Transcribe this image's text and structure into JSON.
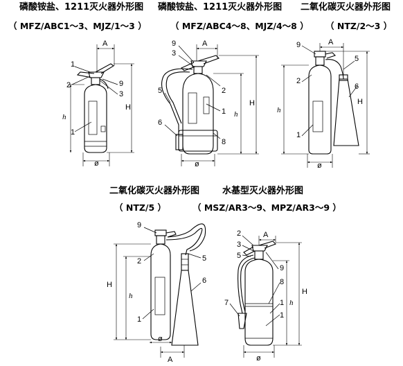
{
  "captions": {
    "fig1_title": "磷酸铵盐、1211灭火器外形图",
    "fig1_models": "（ MFZ/ABC1～3、MJZ/1～3 ）",
    "fig2_title": "磷酸铵盐、1211灭火器外形图",
    "fig2_models": "（ MFZ/ABC4～8、MJZ/4～8 ）",
    "fig3_title": "二氧化碳灭火器外形图",
    "fig3_models": "（ NTZ/2～3 ）",
    "fig4_title": "二氧化碳灭火器外形图",
    "fig4_models": "（ NTZ/5 ）",
    "fig5_title": "水基型灭火器外形图",
    "fig5_models": "（ MSZ/AR3～9、MPZ/AR3～9 ）"
  },
  "dims": {
    "A": "A",
    "H": "H",
    "h": "h",
    "d": "ø"
  },
  "parts": {
    "n1": "1",
    "n2": "2",
    "n3": "3",
    "n5": "5",
    "n6": "6",
    "n7": "7",
    "n8": "8",
    "n9": "9"
  }
}
